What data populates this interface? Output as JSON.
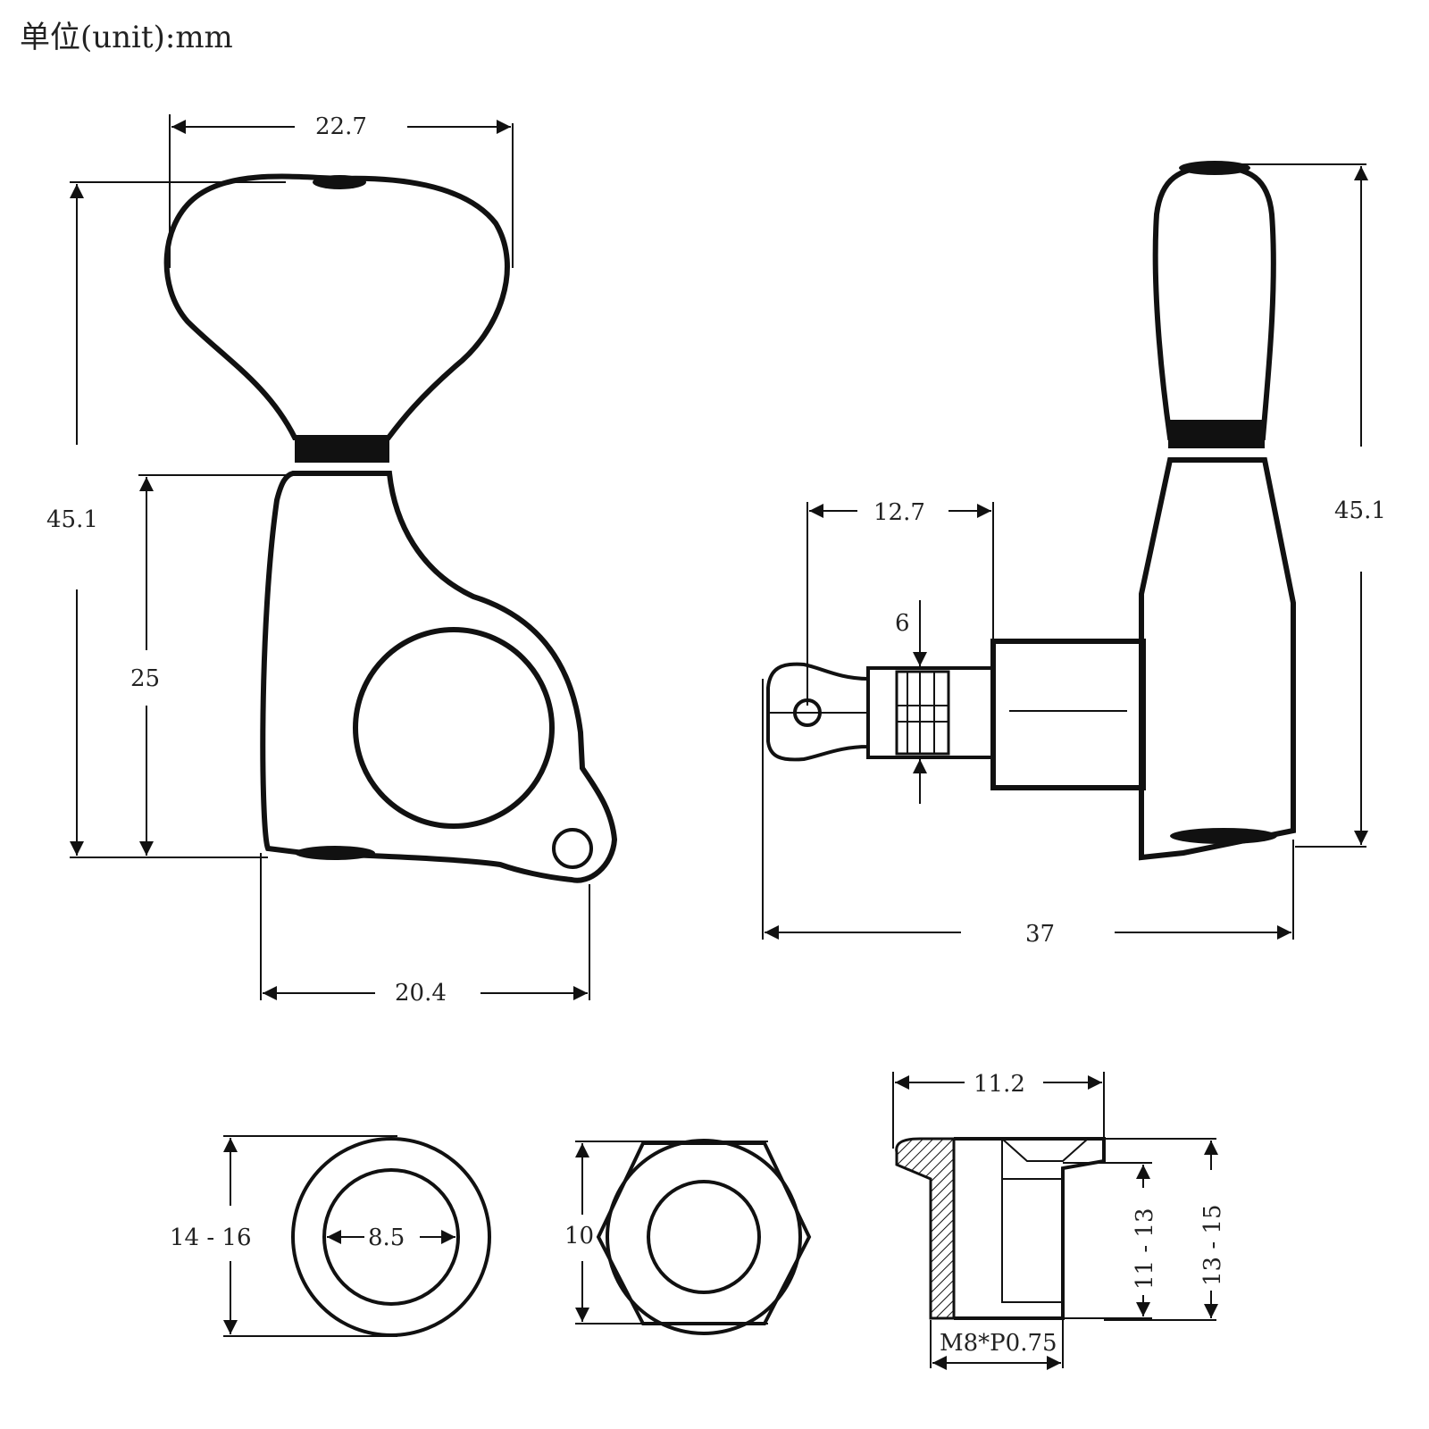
{
  "unit_label": "单位(unit):mm",
  "ink_color": "#111111",
  "front_view": {
    "width_top": "22.7",
    "height_total": "45.1",
    "height_body": "25",
    "width_base": "20.4"
  },
  "side_view": {
    "post_length": "12.7",
    "post_diameter": "6",
    "height_total": "45.1",
    "depth_total": "37"
  },
  "washer": {
    "outer_diameter": "14 - 16",
    "inner_diameter": "8.5"
  },
  "hex_nut": {
    "across_flats": "10"
  },
  "bushing": {
    "flange_width": "11.2",
    "length_inner": "11 - 13",
    "length_outer": "13 - 15",
    "thread": "M8*P0.75"
  }
}
